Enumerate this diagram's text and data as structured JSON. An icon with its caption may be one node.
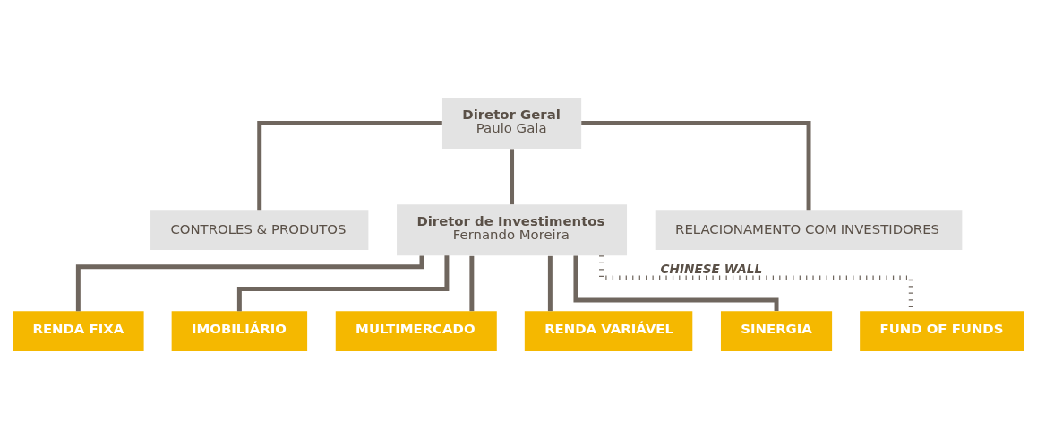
{
  "diagram": {
    "nodes": [
      {
        "text": [
          "Diretor Geral",
          "Paulo Gala"
        ]
      },
      {
        "text": [
          "CONTROLES & PRODUTOS"
        ]
      },
      {
        "text": [
          "Diretor de Investimentos",
          "Fernando Moreira"
        ]
      },
      {
        "text": [
          "RELACIONAMENTO COM INVESTIDORES"
        ]
      },
      {
        "text": [
          "RENDA FIXA"
        ]
      },
      {
        "text": [
          "IMOBILIÁRIO"
        ]
      },
      {
        "text": [
          "MULTIMERCADO"
        ]
      },
      {
        "text": [
          "RENDA VARIÁVEL"
        ]
      },
      {
        "text": [
          "SINERGIA"
        ]
      },
      {
        "text": [
          "FUND OF FUNDS"
        ]
      }
    ],
    "edges": [
      {
        "from": 0,
        "to": 1,
        "arrow": "none"
      },
      {
        "from": 0,
        "to": 2,
        "arrow": "none"
      },
      {
        "from": 0,
        "to": 3,
        "arrow": "none"
      },
      {
        "from": 2,
        "to": 4,
        "arrow": "none"
      },
      {
        "from": 2,
        "to": 5,
        "arrow": "none"
      },
      {
        "from": 2,
        "to": 6,
        "arrow": "none"
      },
      {
        "from": 2,
        "to": 7,
        "arrow": "none"
      },
      {
        "from": 2,
        "to": 8,
        "arrow": "none"
      },
      {
        "from": 2,
        "to": 9,
        "arrow": "none",
        "style": "dashed",
        "label": "CHINESE WALL"
      }
    ]
  }
}
